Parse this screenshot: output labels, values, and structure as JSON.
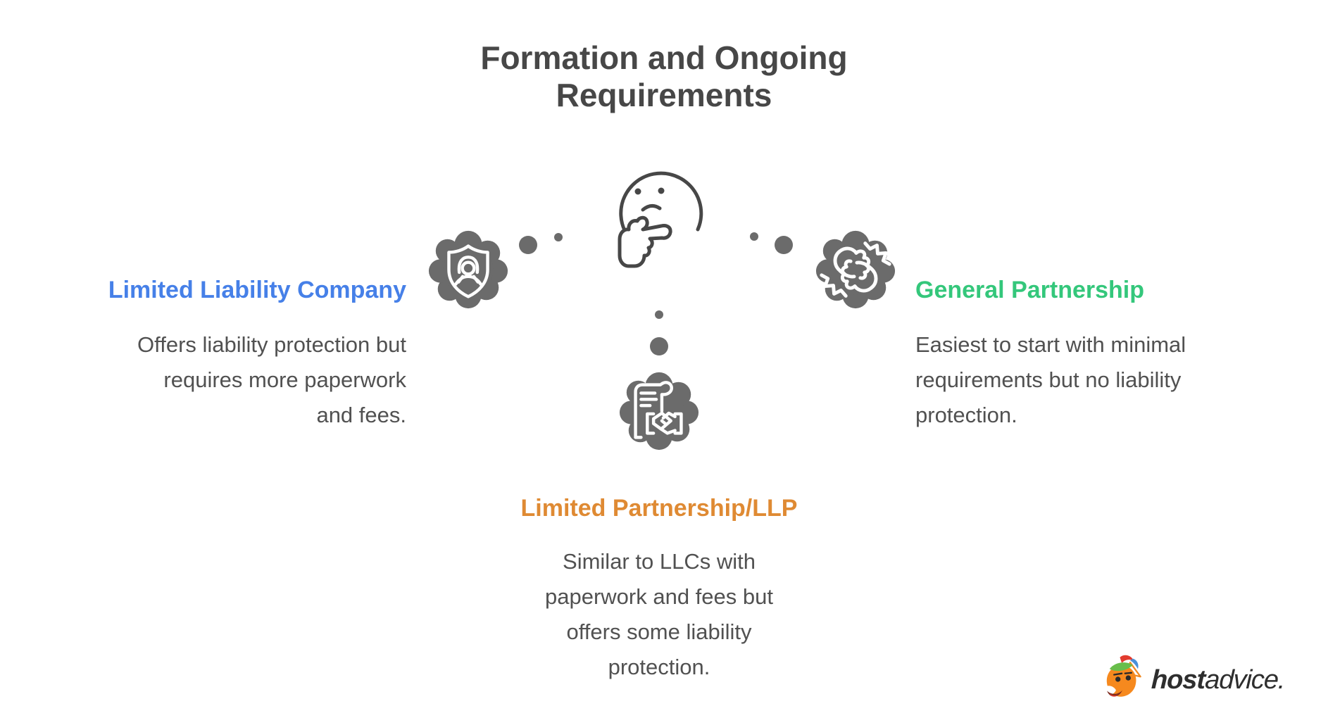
{
  "title": "Formation and Ongoing\nRequirements",
  "sections": {
    "llc": {
      "heading": "Limited Liability Company",
      "description": "Offers liability protection but\nrequires more paperwork\nand fees.",
      "accent_color": "#4680E8"
    },
    "general_partnership": {
      "heading": "General Partnership",
      "description": "Easiest to start with minimal\nrequirements but no liability\nprotection.",
      "accent_color": "#34C77B"
    },
    "limited_partnership": {
      "heading": "Limited Partnership/LLP",
      "description": "Similar to LLCs with\npaperwork and fees but\noffers some liability\nprotection.",
      "accent_color": "#DF8A33"
    }
  },
  "icons": {
    "thinking-face-icon": "outlined thinking face with hand on chin",
    "shield-person-icon": "person inside shield badge on gray thought blob",
    "clasped-hands-icon": "two hands gripping on gray thought blob",
    "contract-handshake-icon": "contract document with handshake on gray thought blob",
    "fox-mascot-icon": "hostadvice fox mascot"
  },
  "colors": {
    "title_text": "#474747",
    "body_text": "#515151",
    "blob_gray": "#6B6B6B",
    "icon_stroke": "#474747",
    "logo_text": "#2e2e2e"
  },
  "logo": {
    "brand_bold": "host",
    "brand_rest": "advice."
  }
}
